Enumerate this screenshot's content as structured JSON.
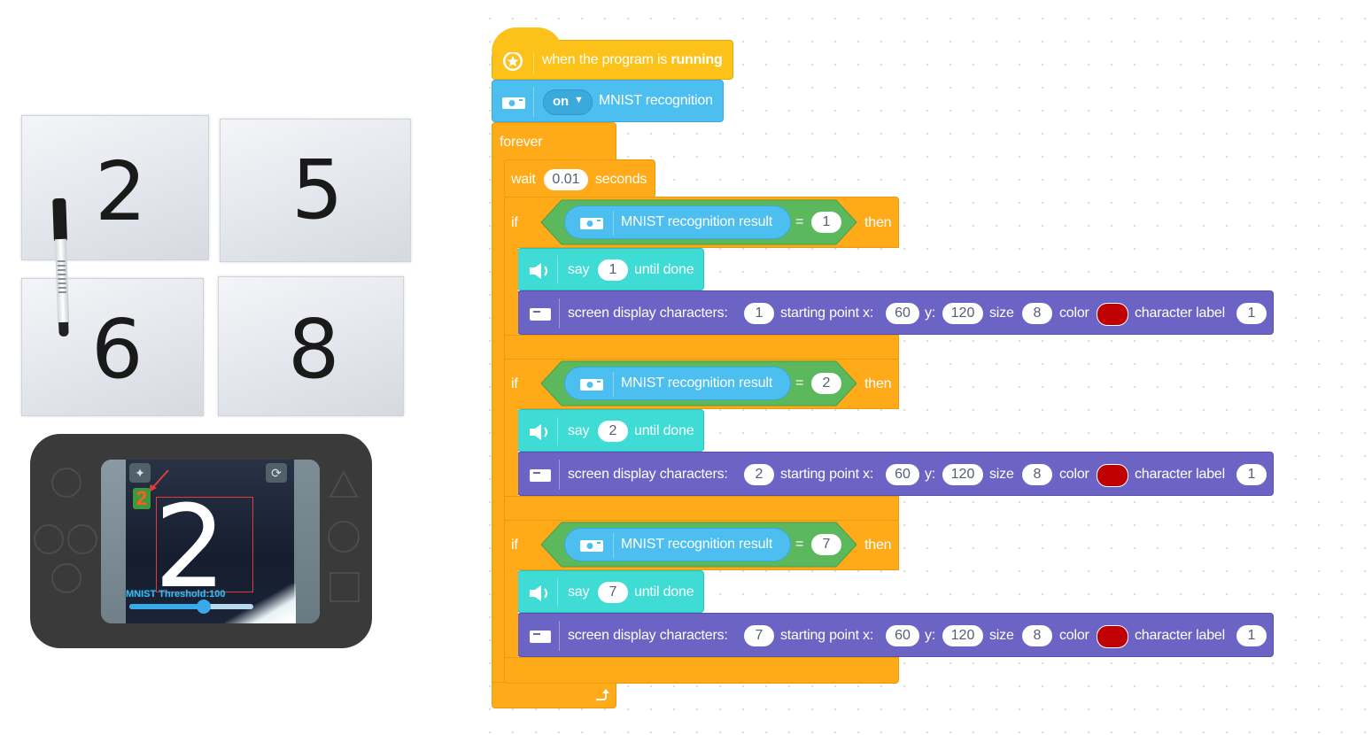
{
  "photo": {
    "cards": [
      "2",
      "5",
      "6",
      "8"
    ]
  },
  "device": {
    "result_digit": "2",
    "big_digit": "2",
    "threshold_label": "MNIST Threshold:100",
    "threshold_fraction": 0.6
  },
  "program": {
    "event_block": "when the program is",
    "event_block_bold": "running",
    "camera_toggle": "on",
    "camera_label": "MNIST recognition",
    "forever_label": "forever",
    "wait_label": "wait",
    "wait_value": "0.01",
    "wait_unit": "seconds",
    "if_label": "if",
    "then_label": "then",
    "condition_label": "MNIST recognition result",
    "equals": "=",
    "say_label": "say",
    "until_done": "until done",
    "display_label": "screen display characters:",
    "start_x_label": "starting point x:",
    "y_label": "y:",
    "size_label": "size",
    "color_label": "color",
    "char_label": "character label",
    "branches": [
      {
        "compare": "1",
        "say": "1",
        "chars": "1",
        "x": "60",
        "y": "120",
        "size": "8",
        "label": "1"
      },
      {
        "compare": "2",
        "say": "2",
        "chars": "2",
        "x": "60",
        "y": "120",
        "size": "8",
        "label": "1"
      },
      {
        "compare": "7",
        "say": "7",
        "chars": "7",
        "x": "60",
        "y": "120",
        "size": "8",
        "label": "1"
      }
    ],
    "colors": {
      "event": "#fdc21a",
      "control": "#ffab19",
      "sensor": "#4cbff0",
      "sound": "#3fdbd5",
      "display": "#6b64c4",
      "operator": "#5cb85c",
      "swatch": "#c00000"
    }
  }
}
